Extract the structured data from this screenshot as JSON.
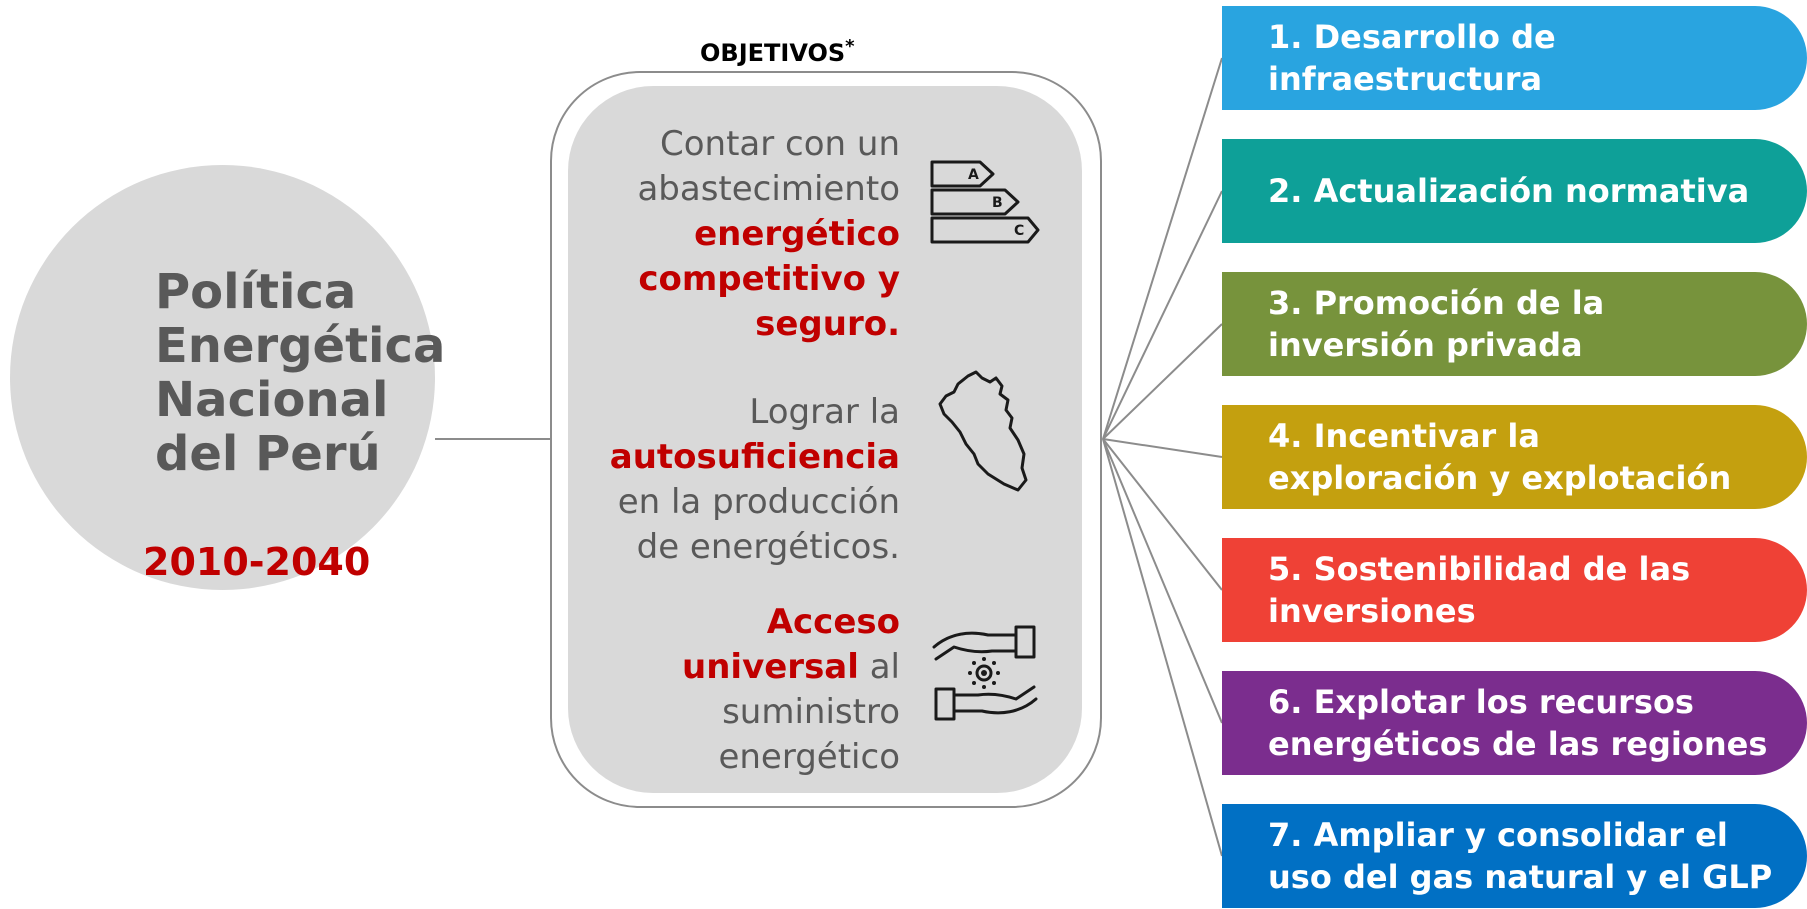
{
  "policy": {
    "title_lines": [
      "Política",
      "Energética",
      "Nacional",
      "del Perú"
    ],
    "years": "2010-2040"
  },
  "objectives": {
    "heading": "OBJETIVOS",
    "heading_mark": "*",
    "items": [
      {
        "icon": "energy-rating-icon",
        "lines": [
          [
            {
              "t": "Contar con un",
              "hl": false
            }
          ],
          [
            {
              "t": "abastecimiento",
              "hl": false
            }
          ],
          [
            {
              "t": "energético",
              "hl": true
            }
          ],
          [
            {
              "t": "competitivo y",
              "hl": true
            }
          ],
          [
            {
              "t": "seguro.",
              "hl": true
            }
          ]
        ]
      },
      {
        "icon": "peru-map-icon",
        "lines": [
          [
            {
              "t": "Lograr la",
              "hl": false
            }
          ],
          [
            {
              "t": "autosuficiencia",
              "hl": true
            }
          ],
          [
            {
              "t": "en la producción",
              "hl": false
            }
          ],
          [
            {
              "t": "de energéticos.",
              "hl": false
            }
          ]
        ]
      },
      {
        "icon": "hands-energy-icon",
        "lines": [
          [
            {
              "t": "Acceso",
              "hl": true
            }
          ],
          [
            {
              "t": "universal",
              "hl": true
            },
            {
              "t": " al",
              "hl": false
            }
          ],
          [
            {
              "t": "suministro",
              "hl": false
            }
          ],
          [
            {
              "t": "energético",
              "hl": false
            }
          ]
        ]
      }
    ]
  },
  "strategies": [
    {
      "lines": [
        "1. Desarrollo de",
        "infraestructura"
      ],
      "color": "#29a4e0"
    },
    {
      "lines": [
        "2. Actualización  normativa"
      ],
      "color": "#0ea098"
    },
    {
      "lines": [
        "3. Promoción de la",
        "inversión privada"
      ],
      "color": "#77933c"
    },
    {
      "lines": [
        "4. Incentivar la",
        "exploración y explotación"
      ],
      "color": "#c4a00f"
    },
    {
      "lines": [
        "5. Sostenibilidad de las",
        "inversiones"
      ],
      "color": "#ef4136"
    },
    {
      "lines": [
        "6. Explotar los recursos",
        "energéticos de las regiones"
      ],
      "color": "#7b2d8e"
    },
    {
      "lines": [
        "7. Ampliar y consolidar el",
        "uso del gas natural y el GLP"
      ],
      "color": "#0170c4"
    }
  ],
  "colors": {
    "accent_red": "#c00000",
    "circle_gray": "#d9d9d9",
    "text_gray": "#595959",
    "connector": "#8c8c8c"
  }
}
